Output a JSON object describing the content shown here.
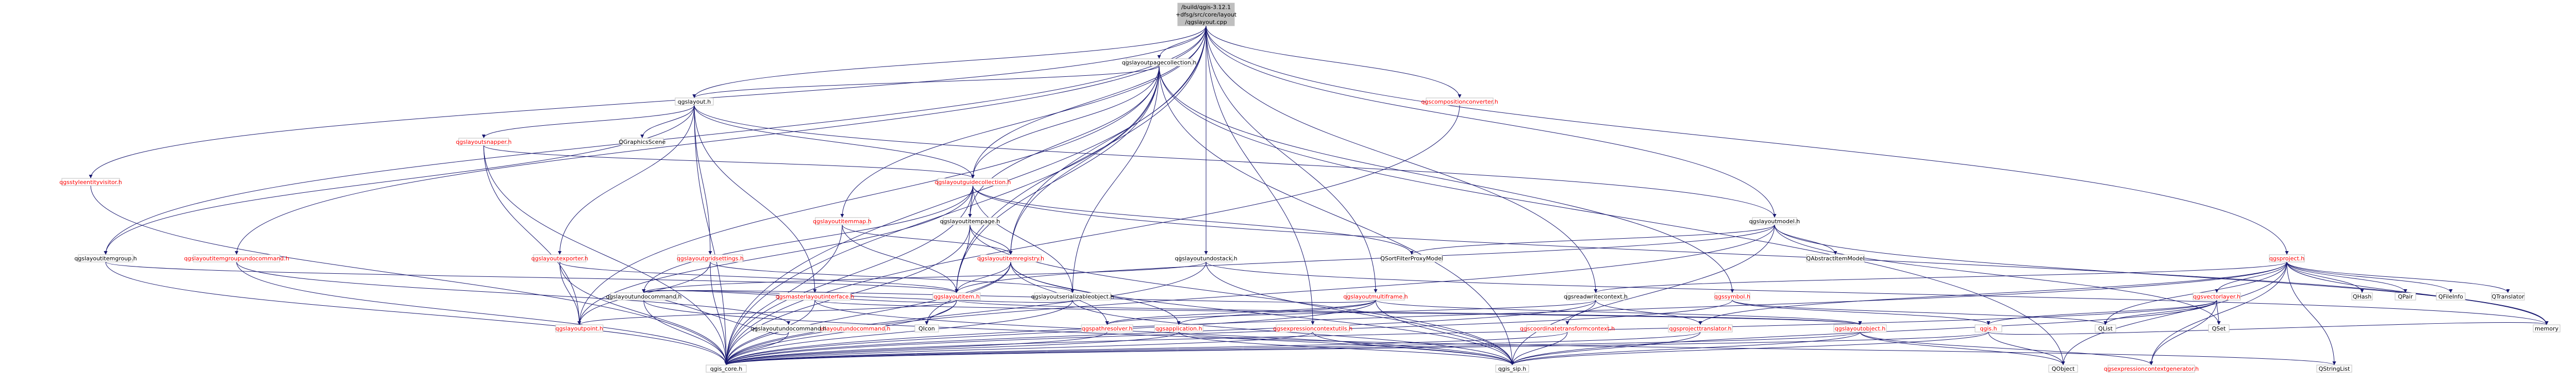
{
  "colors": {
    "node_fill": "#ffffff",
    "node_border": "#bfbfbf",
    "root_fill": "#bfbfbf",
    "root_border": "#000000",
    "documented_text": "#000000",
    "undocumented_text": "#ff0000",
    "edge": "#191970"
  },
  "nodes": [
    {
      "id": "root",
      "lines": [
        "/build/qgis-3.12.1",
        "+dfsg/src/core/layout",
        "/qgslayout.cpp"
      ],
      "root": true
    },
    {
      "id": "pagecollection",
      "lines": [
        "qgslayoutpagecollection.h"
      ]
    },
    {
      "id": "layout_h",
      "lines": [
        "qgslayout.h"
      ]
    },
    {
      "id": "compositionconverter",
      "lines": [
        "qgscompositionconverter.h"
      ],
      "red": true
    },
    {
      "id": "styleentityvisitor",
      "lines": [
        "qgsstyleentityvisitor.h"
      ],
      "red": true
    },
    {
      "id": "snapper",
      "lines": [
        "qgslayoutsnapper.h"
      ],
      "red": true
    },
    {
      "id": "qgraphicsscene",
      "lines": [
        "QGraphicsScene"
      ]
    },
    {
      "id": "guidecollection",
      "lines": [
        "qgslayoutguidecollection.h"
      ],
      "red": true
    },
    {
      "id": "itemmap",
      "lines": [
        "qgslayoutitemmap.h"
      ],
      "red": true
    },
    {
      "id": "itempage",
      "lines": [
        "qgslayoutitempage.h"
      ]
    },
    {
      "id": "layoutmodel",
      "lines": [
        "qgslayoutmodel.h"
      ]
    },
    {
      "id": "itemgroup",
      "lines": [
        "qgslayoutitemgroup.h"
      ]
    },
    {
      "id": "itemgroupundo",
      "lines": [
        "qgslayoutitemgroupundocommand.h"
      ],
      "red": true
    },
    {
      "id": "exporter",
      "lines": [
        "qgslayoutexporter.h"
      ],
      "red": true
    },
    {
      "id": "gridsettings",
      "lines": [
        "qgslayoutgridsettings.h"
      ],
      "red": true
    },
    {
      "id": "itemregistry",
      "lines": [
        "qgslayoutitemregistry.h"
      ],
      "red": true
    },
    {
      "id": "undostack",
      "lines": [
        "qgslayoutundostack.h"
      ]
    },
    {
      "id": "sortfilter",
      "lines": [
        "QSortFilterProxyModel"
      ]
    },
    {
      "id": "abstractitemmodel",
      "lines": [
        "QAbstractItemModel"
      ]
    },
    {
      "id": "qgsproject",
      "lines": [
        "qgsproject.h"
      ],
      "red": true
    },
    {
      "id": "undocommand",
      "lines": [
        "qgslayoutundocommand.h"
      ]
    },
    {
      "id": "masterlayout",
      "lines": [
        "qgsmasterlayoutinterface.h"
      ],
      "red": true
    },
    {
      "id": "layoutitem",
      "lines": [
        "qgslayoutitem.h"
      ],
      "red": true
    },
    {
      "id": "serializable",
      "lines": [
        "qgslayoutserializableobject.h"
      ]
    },
    {
      "id": "multiframe",
      "lines": [
        "qgslayoutmultiframe.h"
      ],
      "red": true
    },
    {
      "id": "readwritecontext",
      "lines": [
        "qgsreadwritecontext.h"
      ]
    },
    {
      "id": "qgssymbol",
      "lines": [
        "qgssymbol.h"
      ],
      "red": true
    },
    {
      "id": "vectorlayer",
      "lines": [
        "qgsvectorlayer.h"
      ],
      "red": true
    },
    {
      "id": "qhash",
      "lines": [
        "QHash"
      ]
    },
    {
      "id": "qpair",
      "lines": [
        "QPair"
      ]
    },
    {
      "id": "qfileinfo",
      "lines": [
        "QFileInfo"
      ]
    },
    {
      "id": "qtranslator",
      "lines": [
        "QTranslator"
      ]
    },
    {
      "id": "layoutpoint",
      "lines": [
        "qgslayoutpoint.h"
      ],
      "red": true
    },
    {
      "id": "undoredo",
      "lines": [
        "qgslayoutundocommand.h"
      ],
      "red": true
    },
    {
      "id": "qicon",
      "lines": [
        "QIcon"
      ]
    },
    {
      "id": "pathresolver",
      "lines": [
        "qgspathresolver.h"
      ],
      "red": true
    },
    {
      "id": "application",
      "lines": [
        "qgsapplication.h"
      ],
      "red": true
    },
    {
      "id": "expressionctxutils",
      "lines": [
        "qgsexpressioncontextutils.h"
      ],
      "red": true
    },
    {
      "id": "coordtransformctx",
      "lines": [
        "qgscoordinatetransformcontext.h"
      ],
      "red": true
    },
    {
      "id": "projecttranslator",
      "lines": [
        "qgsprojecttranslator.h"
      ],
      "red": true
    },
    {
      "id": "layoutobject",
      "lines": [
        "qgslayoutobject.h"
      ],
      "red": true
    },
    {
      "id": "qgis_h",
      "lines": [
        "qgis.h"
      ],
      "red": true
    },
    {
      "id": "qlist",
      "lines": [
        "QList"
      ]
    },
    {
      "id": "qset",
      "lines": [
        "QSet"
      ]
    },
    {
      "id": "qgis_core",
      "lines": [
        "qgis_core.h"
      ]
    },
    {
      "id": "qgis_sip",
      "lines": [
        "qgis_sip.h"
      ]
    },
    {
      "id": "qobject",
      "lines": [
        "QObject"
      ]
    },
    {
      "id": "qstringlist",
      "lines": [
        "QStringList"
      ]
    },
    {
      "id": "exprctxgen",
      "lines": [
        "qgsexpressioncontextgenerator.h"
      ],
      "red": true
    },
    {
      "id": "memory",
      "lines": [
        "memory"
      ]
    },
    {
      "id": "undocmd_plain",
      "lines": [
        "qgslayoutundocommand.h"
      ]
    }
  ],
  "edges": [
    [
      "root",
      "pagecollection"
    ],
    [
      "root",
      "layout_h"
    ],
    [
      "root",
      "compositionconverter"
    ],
    [
      "root",
      "styleentityvisitor"
    ],
    [
      "root",
      "itemmap"
    ],
    [
      "root",
      "guidecollection"
    ],
    [
      "root",
      "layoutmodel"
    ],
    [
      "root",
      "itemgroup"
    ],
    [
      "root",
      "itemgroupundo"
    ],
    [
      "root",
      "multiframe"
    ],
    [
      "root",
      "qgsproject"
    ],
    [
      "root",
      "undostack"
    ],
    [
      "root",
      "expressionctxutils"
    ],
    [
      "root",
      "layoutitem"
    ],
    [
      "root",
      "qgis_core"
    ],
    [
      "root",
      "readwritecontext"
    ],
    [
      "root",
      "itemregistry"
    ],
    [
      "pagecollection",
      "layout_h"
    ],
    [
      "pagecollection",
      "guidecollection"
    ],
    [
      "pagecollection",
      "itempage"
    ],
    [
      "pagecollection",
      "serializable"
    ],
    [
      "pagecollection",
      "layoutitem"
    ],
    [
      "pagecollection",
      "qgis_core"
    ],
    [
      "pagecollection",
      "qobject"
    ],
    [
      "pagecollection",
      "qgis_sip"
    ],
    [
      "pagecollection",
      "qgssymbol"
    ],
    [
      "pagecollection",
      "layoutpoint"
    ],
    [
      "pagecollection",
      "itemregistry"
    ],
    [
      "layout_h",
      "snapper"
    ],
    [
      "layout_h",
      "qgraphicsscene"
    ],
    [
      "layout_h",
      "guidecollection"
    ],
    [
      "layout_h",
      "exporter"
    ],
    [
      "layout_h",
      "gridsettings"
    ],
    [
      "layout_h",
      "layoutmodel"
    ],
    [
      "layout_h",
      "masterlayout"
    ],
    [
      "layout_h",
      "qgis_core"
    ],
    [
      "layout_h",
      "itemgroup"
    ],
    [
      "snapper",
      "guidecollection"
    ],
    [
      "snapper",
      "layoutpoint"
    ],
    [
      "snapper",
      "qgis_core"
    ],
    [
      "guidecollection",
      "itempage"
    ],
    [
      "guidecollection",
      "serializable"
    ],
    [
      "guidecollection",
      "sortfilter"
    ],
    [
      "guidecollection",
      "layoutpoint"
    ],
    [
      "guidecollection",
      "qgis_core"
    ],
    [
      "guidecollection",
      "memory"
    ],
    [
      "guidecollection",
      "undocommand"
    ],
    [
      "itemmap",
      "layoutitem"
    ],
    [
      "itemmap",
      "qgis_core"
    ],
    [
      "itemmap",
      "itemregistry"
    ],
    [
      "itempage",
      "layoutitem"
    ],
    [
      "itempage",
      "itemregistry"
    ],
    [
      "itempage",
      "qgis_core"
    ],
    [
      "itempage",
      "qgis_sip"
    ],
    [
      "layoutmodel",
      "sortfilter"
    ],
    [
      "layoutmodel",
      "abstractitemmodel"
    ],
    [
      "layoutmodel",
      "layoutitem"
    ],
    [
      "layoutmodel",
      "qgis_core"
    ],
    [
      "layoutmodel",
      "qgis_sip"
    ],
    [
      "layoutmodel",
      "qset"
    ],
    [
      "layoutmodel",
      "memory"
    ],
    [
      "itemgroup",
      "layoutitem"
    ],
    [
      "itemgroup",
      "qgis_core"
    ],
    [
      "itemgroupundo",
      "undocmd_plain"
    ],
    [
      "itemgroupundo",
      "qgis_core"
    ],
    [
      "exporter",
      "layoutitem"
    ],
    [
      "exporter",
      "qgis_core"
    ],
    [
      "exporter",
      "layoutpoint"
    ],
    [
      "gridsettings",
      "layoutpoint"
    ],
    [
      "gridsettings",
      "serializable"
    ],
    [
      "gridsettings",
      "qgis_core"
    ],
    [
      "itemregistry",
      "layoutitem"
    ],
    [
      "itemregistry",
      "qgis_core"
    ],
    [
      "itemregistry",
      "qgis_sip"
    ],
    [
      "itemregistry",
      "qicon"
    ],
    [
      "itemregistry",
      "pathresolver"
    ],
    [
      "itemregistry",
      "application"
    ],
    [
      "undostack",
      "undocommand"
    ],
    [
      "undostack",
      "qgis_core"
    ],
    [
      "undostack",
      "qgis_sip"
    ],
    [
      "undostack",
      "memory"
    ],
    [
      "undocmd_plain",
      "undocommand"
    ],
    [
      "undocmd_plain",
      "qgis_core"
    ],
    [
      "masterlayout",
      "qgis_core"
    ],
    [
      "masterlayout",
      "qgis_sip"
    ],
    [
      "masterlayout",
      "layoutobject"
    ],
    [
      "layoutitem",
      "layoutpoint"
    ],
    [
      "layoutitem",
      "undocommand"
    ],
    [
      "layoutitem",
      "qicon"
    ],
    [
      "layoutitem",
      "layoutobject"
    ],
    [
      "layoutitem",
      "qgis_core"
    ],
    [
      "serializable",
      "undocommand"
    ],
    [
      "serializable",
      "qgis_core"
    ],
    [
      "serializable",
      "qgis_sip"
    ],
    [
      "multiframe",
      "layoutobject"
    ],
    [
      "multiframe",
      "undocommand"
    ],
    [
      "multiframe",
      "qgis_core"
    ],
    [
      "multiframe",
      "application"
    ],
    [
      "multiframe",
      "qgis_sip"
    ],
    [
      "multiframe",
      "pathresolver"
    ],
    [
      "readwritecontext",
      "pathresolver"
    ],
    [
      "readwritecontext",
      "coordtransformctx"
    ],
    [
      "readwritecontext",
      "projecttranslator"
    ],
    [
      "readwritecontext",
      "qgis_core"
    ],
    [
      "qgssymbol",
      "qgis_h"
    ],
    [
      "qgssymbol",
      "qgis_core"
    ],
    [
      "qgssymbol",
      "qlist"
    ],
    [
      "qgsproject",
      "qhash"
    ],
    [
      "qgsproject",
      "qpair"
    ],
    [
      "qgsproject",
      "qfileinfo"
    ],
    [
      "qgsproject",
      "qtranslator"
    ],
    [
      "qgsproject",
      "readwritecontext"
    ],
    [
      "qgsproject",
      "vectorlayer"
    ],
    [
      "qgsproject",
      "qobject"
    ],
    [
      "qgsproject",
      "qgis_core"
    ],
    [
      "qgsproject",
      "qlist"
    ],
    [
      "qgsproject",
      "qstringlist"
    ],
    [
      "qgsproject",
      "exprctxgen"
    ],
    [
      "qgsproject",
      "memory"
    ],
    [
      "qgsproject",
      "projecttranslator"
    ],
    [
      "vectorlayer",
      "qgis_h"
    ],
    [
      "vectorlayer",
      "qlist"
    ],
    [
      "vectorlayer",
      "qset"
    ],
    [
      "vectorlayer",
      "qgis_core"
    ],
    [
      "vectorlayer",
      "exprctxgen"
    ],
    [
      "vectorlayer",
      "qgis_sip"
    ],
    [
      "undocommand",
      "qgis_core"
    ],
    [
      "undocommand",
      "qgis_sip"
    ],
    [
      "pathresolver",
      "qgis_core"
    ],
    [
      "application",
      "qgis_core"
    ],
    [
      "application",
      "qgis_sip"
    ],
    [
      "application",
      "qstringlist"
    ],
    [
      "expressionctxutils",
      "qgis_core"
    ],
    [
      "expressionctxutils",
      "qgis_sip"
    ],
    [
      "coordtransformctx",
      "qgis_core"
    ],
    [
      "coordtransformctx",
      "qgis_sip"
    ],
    [
      "projecttranslator",
      "qgis_core"
    ],
    [
      "projecttranslator",
      "qgis_sip"
    ],
    [
      "layoutobject",
      "qgis_core"
    ],
    [
      "layoutobject",
      "qgis_sip"
    ],
    [
      "layoutobject",
      "qobject"
    ],
    [
      "layoutobject",
      "exprctxgen"
    ],
    [
      "qgis_h",
      "qgis_core"
    ],
    [
      "qgis_h",
      "qgis_sip"
    ],
    [
      "qgis_h",
      "qobject"
    ],
    [
      "qgis_h",
      "memory"
    ],
    [
      "compositionconverter",
      "qgis_core"
    ],
    [
      "styleentityvisitor",
      "qgis_core"
    ]
  ]
}
